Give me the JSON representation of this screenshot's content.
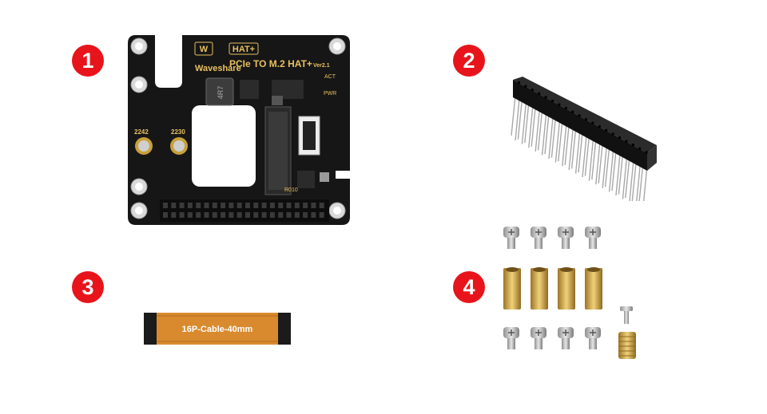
{
  "badges": [
    "1",
    "2",
    "3",
    "4"
  ],
  "board": {
    "brand": "Waveshare",
    "hat_badge": "HAT+",
    "title": "PCIe TO M.2 HAT+",
    "version": "Ver2.1",
    "led_act": "ACT",
    "led_pwr": "PWR",
    "inductor": "4R7",
    "mount_2242": "2242",
    "mount_2230": "2230",
    "resistor": "R010"
  },
  "cable": {
    "label": "16P-Cable-40mm"
  },
  "colors": {
    "badge": "#e8141b",
    "pcb": "#161616",
    "silkscreen_gold": "#e8c060",
    "cable": "#d98a2e",
    "brass": "#c9a04a"
  }
}
